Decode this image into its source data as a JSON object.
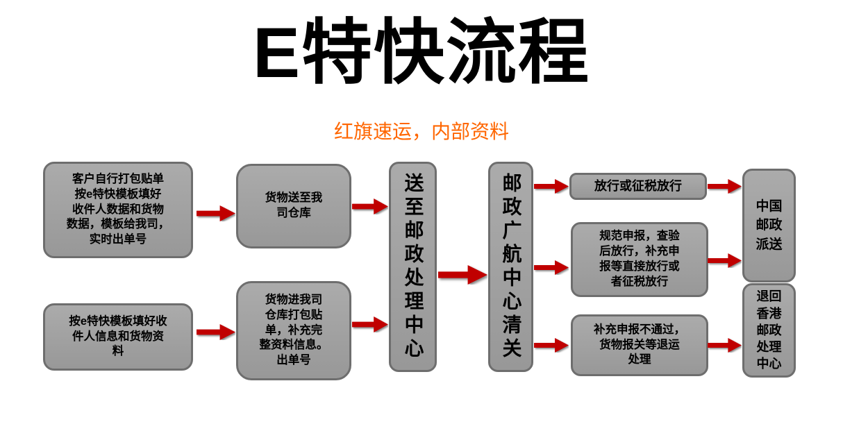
{
  "title": "E特快流程",
  "subtitle": "红旗速运，内部资料",
  "colors": {
    "title": "#000000",
    "subtitle": "#ff6600",
    "box_fill": "#a0a0a0",
    "box_border": "#6e6e6e",
    "arrow": "#c00000",
    "background": "#ffffff"
  },
  "flow": {
    "customer_pack": "客户自行打包贴单\n按e特快模板填好\n收件人数据和货物\n数据，模板给我司，\n实时出单号",
    "template_fill": "按e特快模板填好收\n件人信息和货物资\n料",
    "deliver_warehouse": "货物送至我\n司仓库",
    "warehouse_pack": "货物进我司\n仓库打包贴\n单，补充完\n整资料信息。\n出单号",
    "postal_center": "送至邮政处理中心",
    "customs_center": "邮政广航中心清关",
    "release": "放行或征税放行",
    "declare": "规范申报，查验\n后放行，补充申\n报等直接放行或\n者征税放行",
    "return_process": "补充申报不通过，\n货物报关等退运\n处理",
    "china_post": "中国\n邮政\n派送",
    "return_hk": "退回\n香港\n邮政\n处理\n中心"
  }
}
